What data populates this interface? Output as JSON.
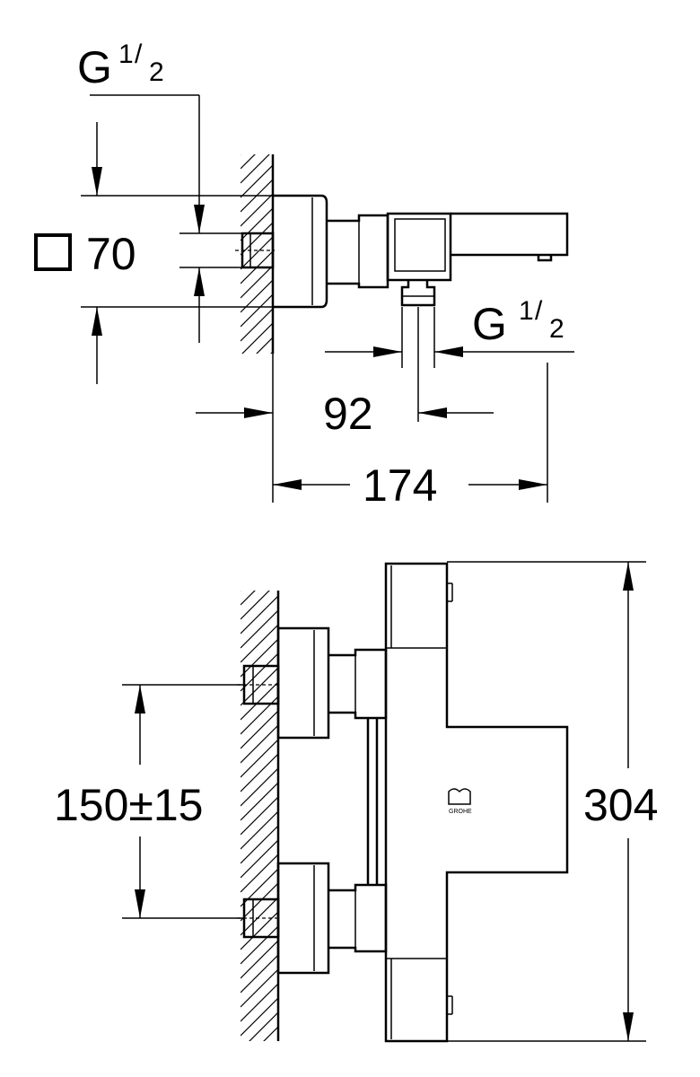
{
  "dimensions": {
    "inlet_thread_top": {
      "letter": "G",
      "fraction_num": "1",
      "fraction_den": "2"
    },
    "outlet_thread": {
      "letter": "G",
      "fraction_num": "1",
      "fraction_den": "2"
    },
    "rosette_size": "70",
    "outlet_offset": "92",
    "projection": "174",
    "centre_distance": "150±15",
    "overall_width": "304"
  },
  "brand_mark": "GROHE",
  "colors": {
    "line": "#000000",
    "background": "#ffffff"
  }
}
